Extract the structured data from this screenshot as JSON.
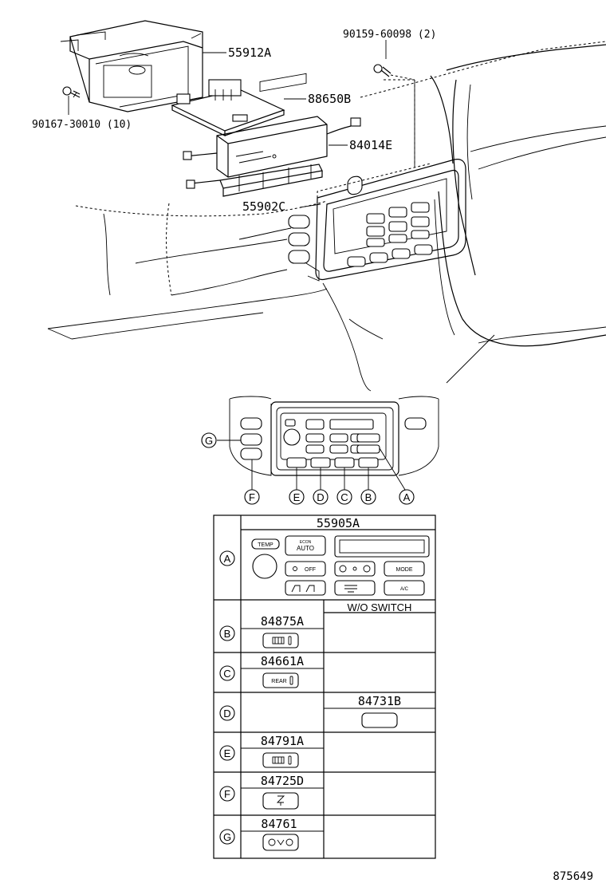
{
  "parts": {
    "p55912A": "55912A",
    "p88650B": "88650B",
    "p84014E": "84014E",
    "p55902C": "55902C",
    "p90159": "90159-60098 (2)",
    "p90167": "90167-30010 (10)"
  },
  "callouts": [
    "G",
    "F",
    "E",
    "D",
    "C",
    "B",
    "A"
  ],
  "table": {
    "rowA": {
      "letter": "A",
      "part": "55905A",
      "labels": {
        "temp": "TEMP",
        "auto_small": "ECON",
        "auto": "AUTO",
        "off": "OFF",
        "mode": "MODE",
        "ac_small": "A/C"
      }
    },
    "wo_switch": "W/O SWITCH",
    "rows": [
      {
        "letter": "B",
        "part": "84875A",
        "alt": ""
      },
      {
        "letter": "C",
        "part": "84661A",
        "alt": "",
        "switch_text": "REAR"
      },
      {
        "letter": "D",
        "part": "",
        "alt": "84731B"
      },
      {
        "letter": "E",
        "part": "84791A",
        "alt": ""
      },
      {
        "letter": "F",
        "part": "84725D",
        "alt": ""
      },
      {
        "letter": "G",
        "part": "84761",
        "alt": ""
      }
    ]
  },
  "figure_number": "875649",
  "icons": [
    "fan-icon",
    "defrost-icon",
    "rear-defrost-icon",
    "seat-heater-icon"
  ]
}
